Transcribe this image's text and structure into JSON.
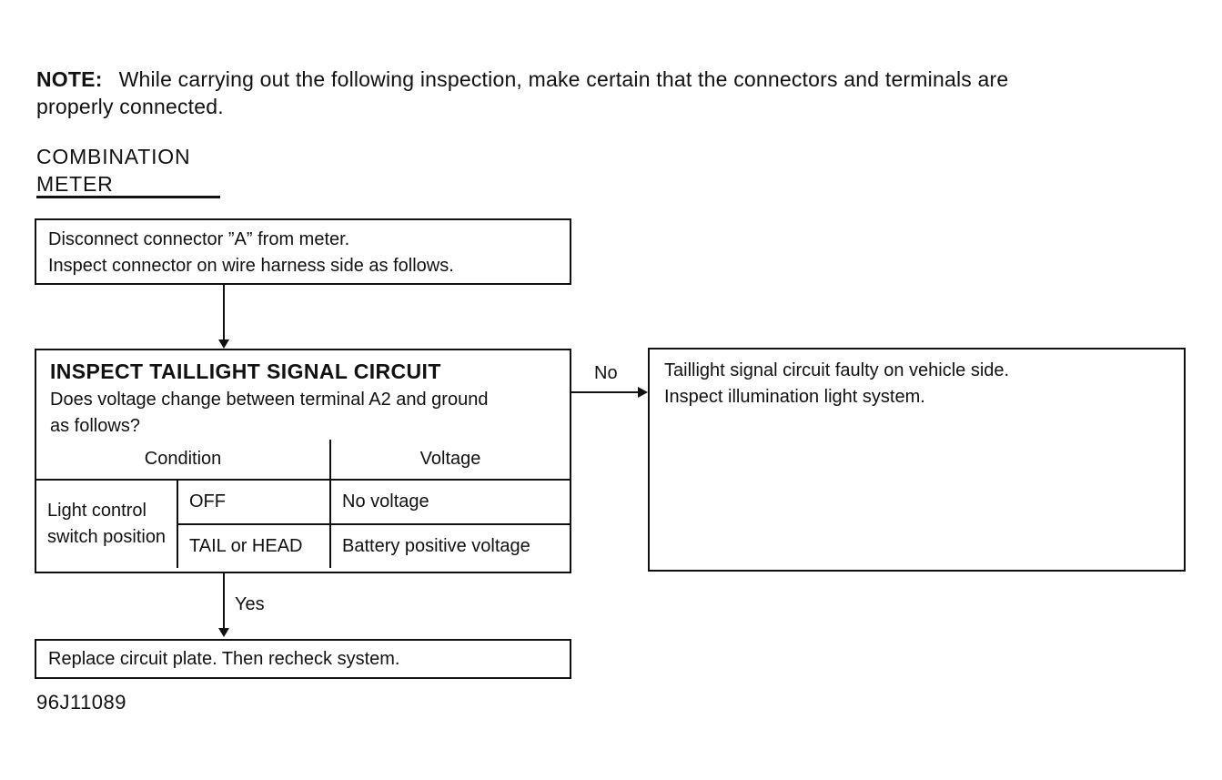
{
  "note": {
    "label": "NOTE:",
    "line1": "While carrying out the following inspection, make certain that the connectors and terminals are",
    "line2": "properly connected."
  },
  "heading": {
    "line1": "COMBINATION",
    "line2": "METER"
  },
  "flow": {
    "step1": {
      "line1": "Disconnect connector ”A” from meter.",
      "line2": "Inspect connector on wire harness side as follows."
    },
    "inspect": {
      "title": "INSPECT TAILLIGHT SIGNAL CIRCUIT",
      "question_line1": "Does voltage change between terminal A2 and ground",
      "question_line2": "as follows?",
      "table": {
        "condition_header": "Condition",
        "voltage_header": "Voltage",
        "row_label": "Light control switch position",
        "rows": [
          {
            "condition": "OFF",
            "voltage": "No voltage"
          },
          {
            "condition": "TAIL or HEAD",
            "voltage": "Battery positive voltage"
          }
        ]
      }
    },
    "no_label": "No",
    "yes_label": "Yes",
    "no_result": {
      "line1": "Taillight signal circuit faulty on vehicle side.",
      "line2": "Inspect illumination light system."
    },
    "yes_result": "Replace circuit plate. Then recheck system."
  },
  "figure_number": "96J11089",
  "colors": {
    "ink": "#111111",
    "paper": "#ffffff"
  }
}
